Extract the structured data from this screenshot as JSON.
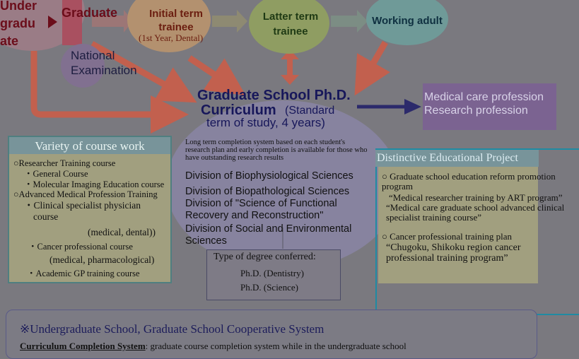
{
  "flow": {
    "undergrad": "Under\ngradu\nate",
    "graduate": "Graduate",
    "initial_term": "Initial term\ntrainee",
    "initial_term_sub": "(1st Year, Dental)",
    "latter_term": "Latter term\ntrainee",
    "working_adult": "Working adult",
    "national_exam": "National\nExamination"
  },
  "center": {
    "title_line1": "Graduate School Ph.D.",
    "title_line2": "Curriculum",
    "standard": "(Standard",
    "term": "term of study, 4 years)",
    "note": "Long term completion system based on each student's research plan and  early completion is available for those who have outstanding research results",
    "divisions": [
      "Division of Biophysiological Sciences",
      "Division of Biopathological Sciences",
      "Division of \"Science of Functional Recovery and Reconstruction\"",
      "Division of Social and Environmental Sciences"
    ]
  },
  "profession": {
    "line1": "Medical care profession",
    "line2": "Research profession"
  },
  "course_work": {
    "title": "Variety of course work",
    "items": [
      "○Researcher Training course",
      "・General Course",
      "・Molecular Imaging Education course",
      "○Advanced Medical Profession Training",
      "・Clinical specialist physician",
      "course",
      "(medical, dental))",
      "・Cancer professional course",
      "(medical, pharmacological)",
      "・Academic GP training course"
    ]
  },
  "degree": {
    "title": "Type of degree conferred:",
    "items": [
      "Ph.D. (Dentistry)",
      "Ph.D. (Science)"
    ]
  },
  "distinctive": {
    "title": "Distinctive Educational Project",
    "item1": "○  Graduate school education reform promotion program",
    "item1_q1": "“Medical researcher training by ART program”",
    "item1_q2": "“Medical care graduate school advanced clinical specialist training course”",
    "item2": "○  Cancer professional training plan",
    "item2_q1": "“Chugoku, Shikoku region cancer professional training program”"
  },
  "bottom": {
    "title": "※Undergraduate School, Graduate School Cooperative System",
    "text_bold": "Curriculum Completion System",
    "text_rest": ": graduate course completion system while in the undergraduate school"
  },
  "colors": {
    "background": "#7a797f",
    "undergrad_circle": "#9a7c86",
    "graduate_box": "#a95060",
    "initial_circle": "#b3916f",
    "latter_circle": "#8f9d62",
    "working_circle": "#6f9a98",
    "curriculum_ellipse": "#8a85a4",
    "arrow_orange": "#c2604e",
    "profession_box": "#7b6391",
    "teal_box": "#78949a",
    "yellow_box": "#a19f7f"
  }
}
